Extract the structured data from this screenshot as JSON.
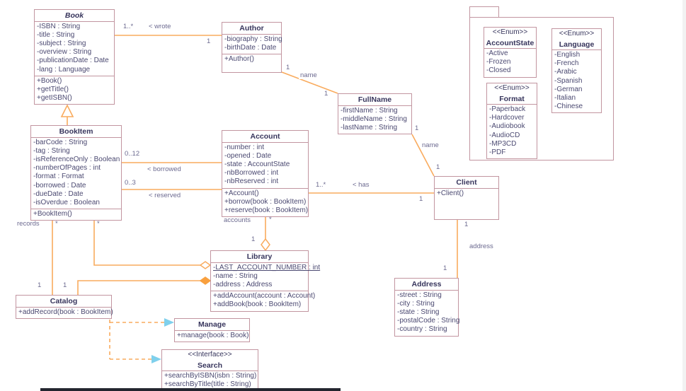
{
  "classes": {
    "book": {
      "name": "Book",
      "attributes": [
        "-ISBN : String",
        "-title : String",
        "-subject : String",
        "-overview : String",
        "-publicationDate : Date",
        "-lang : Language"
      ],
      "methods": [
        "+Book()",
        "+getTitle()",
        "+getISBN()"
      ]
    },
    "bookItem": {
      "name": "BookItem",
      "attributes": [
        "-barCode : String",
        "-tag : String",
        "-isReferenceOnly : Boolean",
        "-numberOfPages : int",
        "-format : Format",
        "-borrowed : Date",
        "-dueDate : Date",
        "-isOverdue : Boolean"
      ],
      "methods": [
        "+BookItem()"
      ]
    },
    "author": {
      "name": "Author",
      "attributes": [
        "-biography : String",
        "-birthDate : Date"
      ],
      "methods": [
        "+Author()"
      ]
    },
    "fullName": {
      "name": "FullName",
      "attributes": [
        "-firstName : String",
        "-middleName : String",
        "-lastName : String"
      ]
    },
    "account": {
      "name": "Account",
      "attributes": [
        "-number : int",
        "-opened : Date",
        "-state : AccountState",
        "-nbBorrowed : int",
        "-nbReserved : int"
      ],
      "methods": [
        "+Account()",
        "+borrow(book : BookItem)",
        "+reserve(book : BookItem)"
      ]
    },
    "client": {
      "name": "Client",
      "methods": [
        "+Client()"
      ]
    },
    "library": {
      "name": "Library",
      "static_attributes": [
        "-LAST_ACCOUNT_NUMBER : int"
      ],
      "attributes": [
        "-name : String",
        "-address : Address"
      ],
      "methods": [
        "+addAccount(account : Account)",
        "+addBook(book : BookItem)"
      ]
    },
    "catalog": {
      "name": "Catalog",
      "methods": [
        "+addRecord(book : BookItem)"
      ]
    },
    "manage": {
      "name": "Manage",
      "methods": [
        "+manage(book : Book)"
      ]
    },
    "search": {
      "stereotype": "<<Interface>>",
      "name": "Search",
      "methods": [
        "+searchByISBN(isbn : String)",
        "+searchByTitle(title : String)"
      ]
    },
    "address": {
      "name": "Address",
      "attributes": [
        "-street : String",
        "-city : String",
        "-state : String",
        "-postalCode : String",
        "-country : String"
      ]
    }
  },
  "enums": {
    "accountState": {
      "stereotype": "<<Enum>>",
      "name": "AccountState",
      "values": [
        "-Active",
        "-Frozen",
        "-Closed"
      ]
    },
    "language": {
      "stereotype": "<<Enum>>",
      "name": "Language",
      "values": [
        "-English",
        "-French",
        "-Arabic",
        "-Spanish",
        "-German",
        "-Italian",
        "-Chinese"
      ]
    },
    "format": {
      "stereotype": "<<Enum>>",
      "name": "Format",
      "values": [
        "-Paperback",
        "-Hardcover",
        "-Audiobook",
        "-AudioCD",
        "-MP3CD",
        "-PDF"
      ]
    }
  },
  "edges": {
    "book_author": {
      "source_mult": "1..*",
      "label": "< wrote",
      "target_mult": "1"
    },
    "author_fullname": {
      "source_mult": "1",
      "label": "name",
      "target_mult": "1"
    },
    "fullname_client": {
      "source_mult": "1",
      "label": "name",
      "target_mult": "1"
    },
    "client_address": {
      "source_mult": "1",
      "label": "address",
      "target_mult": "1"
    },
    "account_client": {
      "source_mult": "1..*",
      "label": "< has",
      "target_mult": "1"
    },
    "borrowed": {
      "source_mult": "0..12",
      "label": "< borrowed"
    },
    "reserved": {
      "source_mult": "0..3",
      "label": "< reserved"
    },
    "records": {
      "role": "records",
      "source_mult": "*",
      "target_mult": "1"
    },
    "bookitem_library": {
      "source_mult": "*"
    },
    "catalog_library": {
      "source_mult": "1"
    },
    "account_library": {
      "role": "accounts",
      "source_mult": "*",
      "target_mult": "1"
    }
  },
  "colors": {
    "box_border": "#c295a0",
    "title_text": "#37355c",
    "member_text": "#4b4971",
    "connector": "#f9ab5e",
    "composition_fill": "#f9a03f",
    "dependency_arrow": "#7fd0ec",
    "label_text": "#6c6a90"
  }
}
